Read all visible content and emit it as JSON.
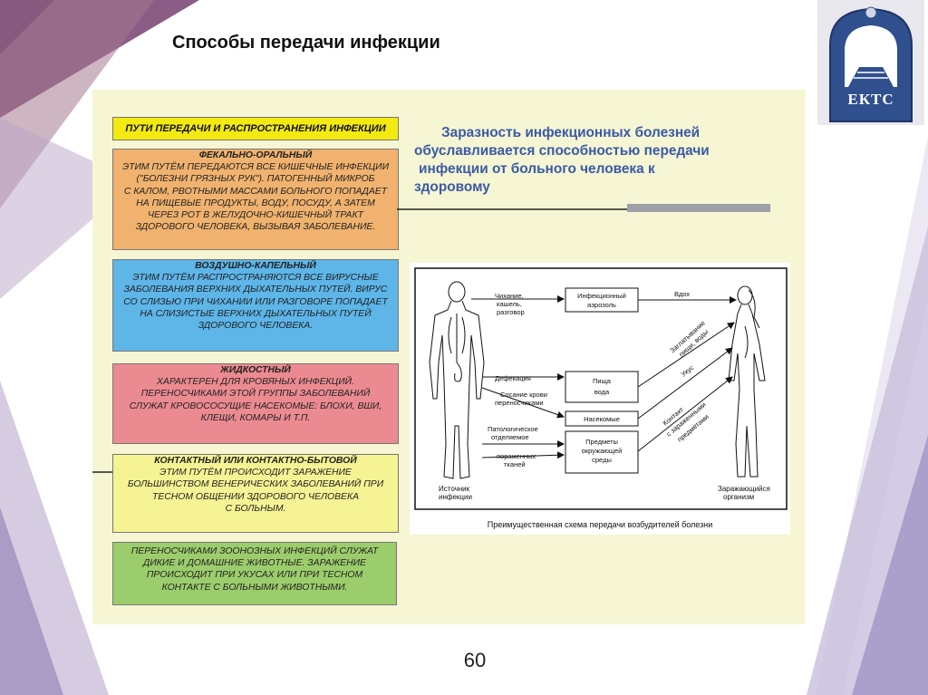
{
  "slide": {
    "title": "Способы передачи инфекции",
    "page_number": "60"
  },
  "logo": {
    "text": "ЕКТС"
  },
  "routes": {
    "header": "ПУТИ ПЕРЕДАЧИ И РАСПРОСТРАНЕНИЯ ИНФЕКЦИИ",
    "items": [
      {
        "heading": "ФЕКАЛЬНО-ОРАЛЬНЫЙ",
        "lines": [
          "ЭТИМ ПУТЁМ ПЕРЕДАЮТСЯ ВСЕ КИШЕЧНЫЕ ИНФЕКЦИИ",
          "(\"БОЛЕЗНИ ГРЯЗНЫХ РУК\"). ПАТОГЕННЫЙ МИКРОБ",
          "С КАЛОМ, РВОТНЫМИ МАССАМИ БОЛЬНОГО ПОПАДАЕТ",
          "НА ПИЩЕВЫЕ ПРОДУКТЫ, ВОДУ, ПОСУДУ, А ЗАТЕМ",
          "ЧЕРЕЗ РОТ В ЖЕЛУДОЧНО-КИШЕЧНЫЙ ТРАКТ",
          "ЗДОРОВОГО ЧЕЛОВЕКА, ВЫЗЫВАЯ ЗАБОЛЕВАНИЕ."
        ],
        "color": "#f0b26e"
      },
      {
        "heading": "ВОЗДУШНО-КАПЕЛЬНЫЙ",
        "lines": [
          "ЭТИМ ПУТЁМ РАСПРОСТРАНЯЮТСЯ ВСЕ ВИРУСНЫЕ",
          "ЗАБОЛЕВАНИЯ ВЕРХНИХ ДЫХАТЕЛЬНЫХ ПУТЕЙ. ВИРУС",
          "СО СЛИЗЬЮ ПРИ ЧИХАНИИ ИЛИ РАЗГОВОРЕ ПОПАДАЕТ",
          "НА СЛИЗИСТЫЕ ВЕРХНИХ ДЫХАТЕЛЬНЫХ ПУТЕЙ",
          "ЗДОРОВОГО ЧЕЛОВЕКА."
        ],
        "color": "#5db5e8"
      },
      {
        "heading": "ЖИДКОСТНЫЙ",
        "lines": [
          "ХАРАКТЕРЕН ДЛЯ КРОВЯНЫХ ИНФЕКЦИЙ.",
          "ПЕРЕНОСЧИКАМИ ЭТОЙ ГРУППЫ ЗАБОЛЕВАНИЙ",
          "СЛУЖАТ КРОВОСОСУЩИЕ НАСЕКОМЫЕ: БЛОХИ, ВШИ,",
          "КЛЕЩИ, КОМАРЫ И Т.П."
        ],
        "color": "#ec8a91"
      },
      {
        "heading": "КОНТАКТНЫЙ ИЛИ КОНТАКТНО-БЫТОВОЙ",
        "lines": [
          "ЭТИМ ПУТЁМ ПРОИСХОДИТ ЗАРАЖЕНИЕ",
          "БОЛЬШИНСТВОМ ВЕНЕРИЧЕСКИХ ЗАБОЛЕВАНИЙ ПРИ",
          "ТЕСНОМ ОБЩЕНИИ ЗДОРОВОГО ЧЕЛОВЕКА",
          "С БОЛЬНЫМ."
        ],
        "color": "#f6f394"
      },
      {
        "heading": "",
        "lines": [
          "ПЕРЕНОСЧИКАМИ ЗООНОЗНЫХ ИНФЕКЦИЙ СЛУЖАТ",
          "ДИКИЕ И ДОМАШНИЕ ЖИВОТНЫЕ. ЗАРАЖЕНИЕ",
          "ПРОИСХОДИТ ПРИ УКУСАХ ИЛИ ПРИ ТЕСНОМ",
          "КОНТАКТЕ С БОЛЬНЫМИ ЖИВОТНЫМИ."
        ],
        "color": "#9ccd6c"
      }
    ]
  },
  "intro": {
    "lines": [
      "Заразность инфекционных болезней",
      "обуславливается способностью передачи",
      "инфекции от больного человека к",
      "здоровому"
    ]
  },
  "scheme": {
    "caption": "Преимущественная схема передачи возбудителей болезни",
    "source_label": [
      "Источник",
      "инфекции"
    ],
    "target_label": [
      "Заражающийся",
      "организм"
    ],
    "left_labels": {
      "sneeze": [
        "Чихание,",
        "кашель,",
        "разговор"
      ],
      "defecation": "Дефекация",
      "blood": [
        "Сосание крови",
        "переносчиками"
      ],
      "pathology": [
        "Патологическое",
        "отделяемое",
        "пораженных",
        "тканей"
      ]
    },
    "boxes": {
      "aerosol": [
        "Инфекционный",
        "аэрозоль"
      ],
      "food": [
        "Пища",
        "вода"
      ],
      "insects": "Насекомые",
      "objects": [
        "Предметы",
        "окружающей",
        "среды"
      ]
    },
    "right_labels": {
      "inhale": "Вдох",
      "swallow": [
        "Заглатывание",
        "пищи, воды"
      ],
      "bite": "Укус",
      "contact": [
        "Контакт",
        "с зараженными",
        "предметами"
      ]
    }
  }
}
